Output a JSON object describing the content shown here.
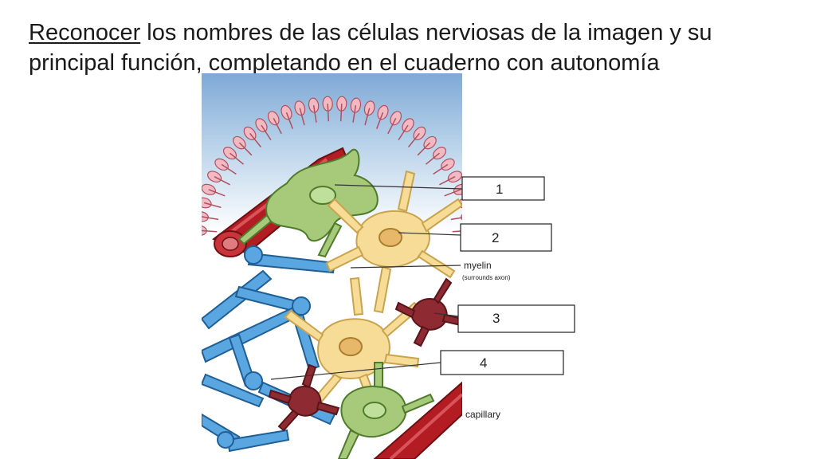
{
  "title": {
    "strong": "Reconocer",
    "rest": " los nombres de las células nerviosas de la imagen y su principal función, completando en el cuaderno con autonomía"
  },
  "diagram": {
    "label_boxes": [
      "1",
      "2",
      "3",
      "4"
    ],
    "annotations": {
      "myelin": "myelin",
      "surrounds_axon": "(surrounds axon)",
      "capillary": "capillary"
    },
    "colors": {
      "background_blue": "#a9c9e6",
      "ependymal_pink": "#f2b9c2",
      "capillary_red": "#b31c22",
      "microglia_green": "#7fae4f",
      "astrocyte_green": "#a6c97a",
      "neuron_yellow": "#f6dc97",
      "oligodendrocyte_blue": "#3b8fcf",
      "dark_red_cell": "#8e2b32"
    }
  }
}
